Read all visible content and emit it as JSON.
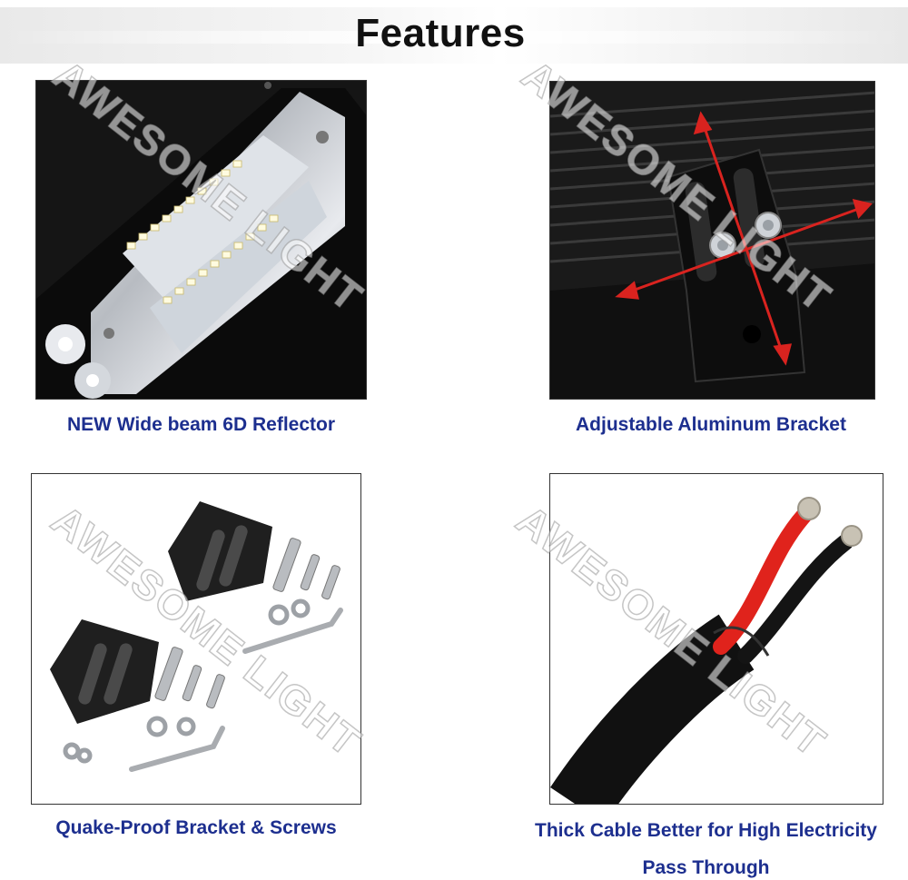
{
  "header": {
    "title": "Features"
  },
  "watermark": {
    "text": "AWESOME LIGHT"
  },
  "features": [
    {
      "caption": "NEW Wide beam 6D Reflector"
    },
    {
      "caption": "Adjustable Aluminum Bracket"
    },
    {
      "caption": "Quake-Proof Bracket & Screws"
    },
    {
      "caption_line1": "Thick Cable Better for High Electricity",
      "caption_line2": "Pass Through"
    }
  ],
  "colors": {
    "caption": "#1d2f8f",
    "arrow": "#d9231f",
    "wire_red": "#e0231c",
    "cable_black": "#111111"
  }
}
